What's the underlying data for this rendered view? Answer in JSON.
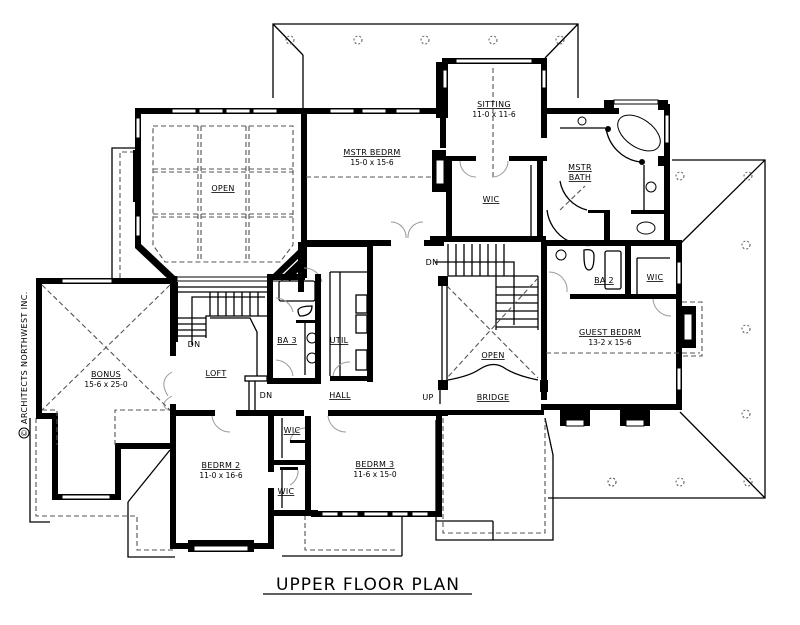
{
  "plan": {
    "title": "UPPER FLOOR PLAN",
    "credit": "ARCHITECTS NORTHWEST INC.",
    "credit_symbol": "©"
  },
  "rooms": {
    "open_upper": {
      "name": "OPEN"
    },
    "mstr_bedrm": {
      "name": "MSTR BEDRM",
      "dims": "15-0 x 15-6"
    },
    "sitting": {
      "name": "SITTING",
      "dims": "11-0 x 11-6"
    },
    "mstr_wic": {
      "name": "WIC"
    },
    "mstr_bath": {
      "name": "MSTR",
      "name2": "BATH"
    },
    "ba2": {
      "name": "BA 2"
    },
    "guest_wic": {
      "name": "WIC"
    },
    "guest_bedrm": {
      "name": "GUEST BEDRM",
      "dims": "13-2 x 15-6"
    },
    "bonus": {
      "name": "BONUS",
      "dims": "15-6 x 25-0"
    },
    "loft": {
      "name": "LOFT"
    },
    "ba3": {
      "name": "BA 3"
    },
    "util": {
      "name": "UTIL"
    },
    "hall": {
      "name": "HALL"
    },
    "open_stair": {
      "name": "OPEN"
    },
    "bridge": {
      "name": "BRIDGE"
    },
    "bedrm2": {
      "name": "BEDRM 2",
      "dims": "11-0 x 16-6"
    },
    "bedrm3": {
      "name": "BEDRM 3",
      "dims": "11-6 x 15-0"
    },
    "wic_a": {
      "name": "WIC"
    },
    "wic_b": {
      "name": "WIC"
    }
  },
  "stair_marks": {
    "loft_dn": "DN",
    "hall_dn": "DN",
    "main_dn": "DN",
    "bridge_up": "UP"
  }
}
